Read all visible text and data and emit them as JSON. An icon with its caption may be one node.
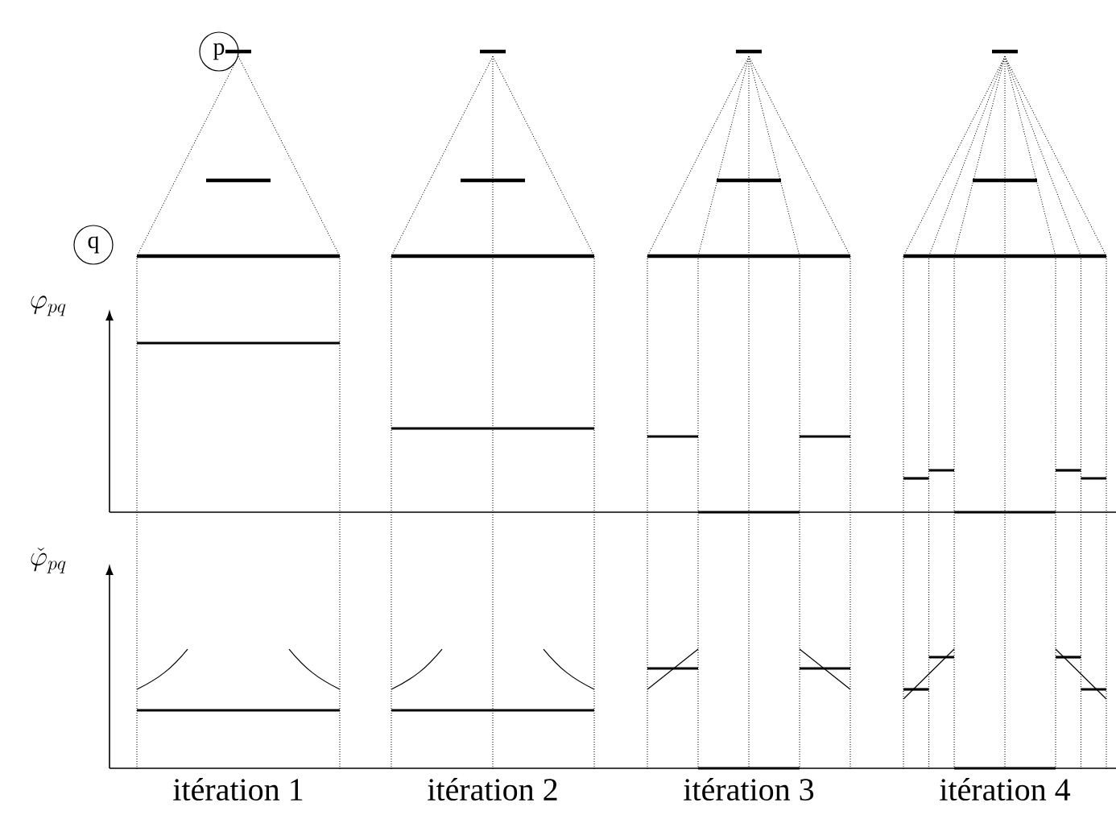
{
  "diagram": {
    "nodes": [
      {
        "text": [
          "p"
        ]
      },
      {
        "text": [
          "q"
        ]
      }
    ],
    "labels": [
      "\\varphi_{pq}",
      "\\check{\\varphi}_{pq}",
      "itération 1",
      "itération 2",
      "itération 3",
      "itération 4"
    ]
  }
}
